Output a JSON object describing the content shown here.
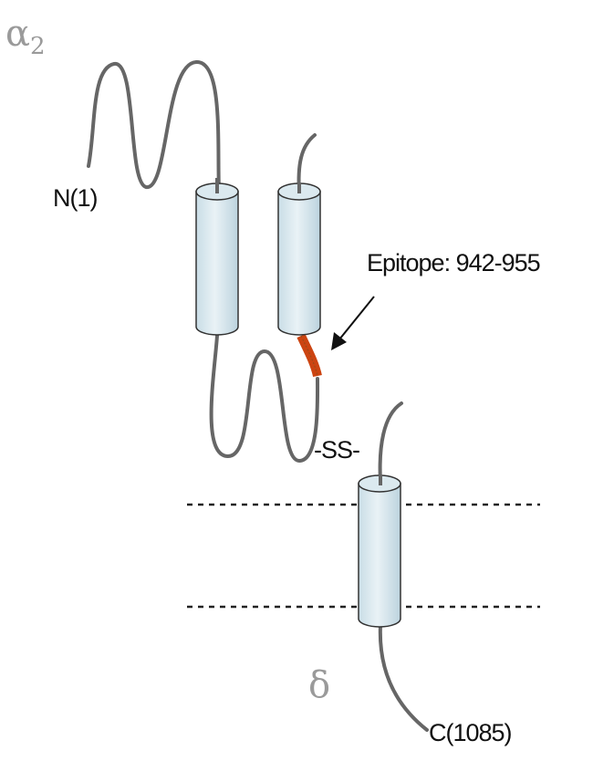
{
  "subunit_alpha2": {
    "symbol": "α",
    "subscript": "2"
  },
  "subunit_delta": {
    "symbol": "δ"
  },
  "labels": {
    "n_terminus": "N(1)",
    "c_terminus": "C(1085)",
    "disulfide": "-SS-",
    "epitope": "Epitope: 942-955"
  },
  "colors": {
    "strand": "#666666",
    "cylinder": "#d8e8ef",
    "epitope": "#cc4411",
    "membrane": "#222222"
  }
}
